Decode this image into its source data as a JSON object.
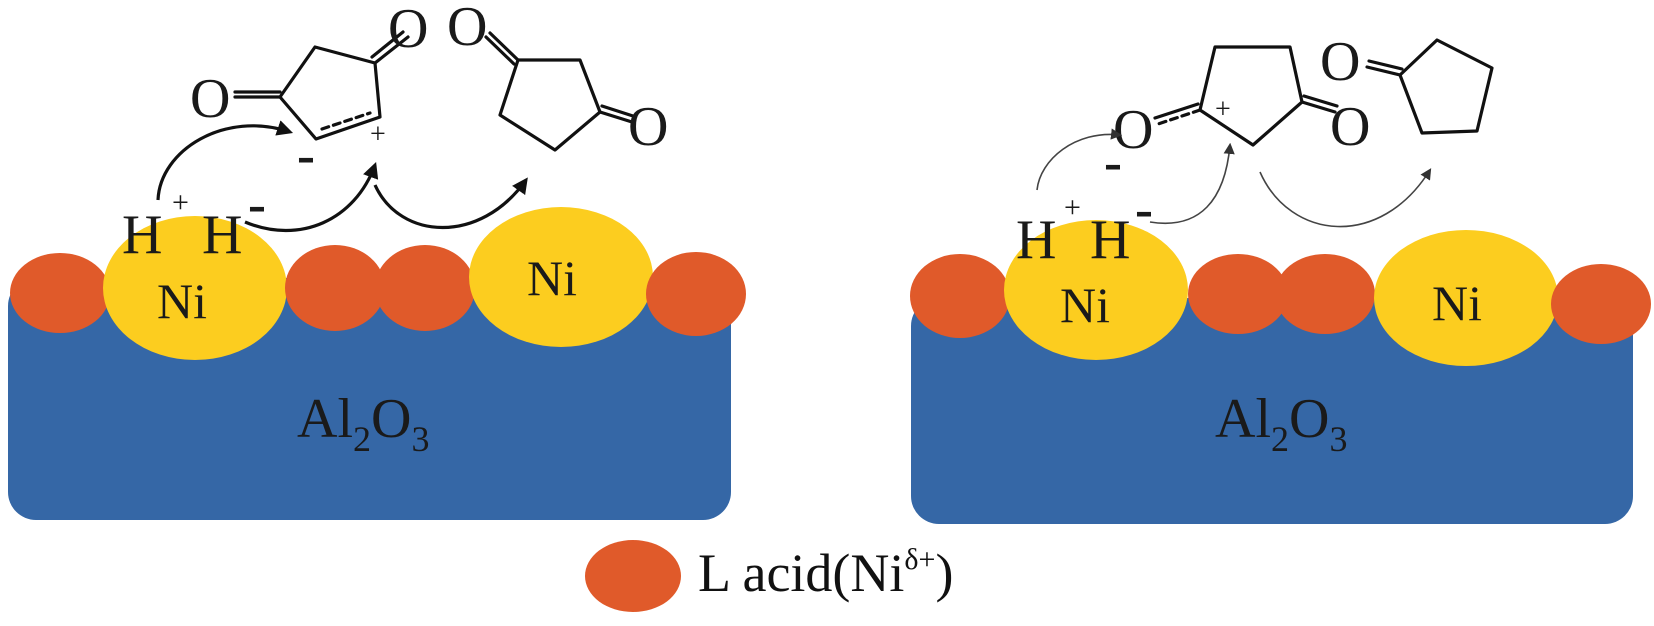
{
  "colors": {
    "support": "#3567a6",
    "ni_particle": "#fccd1f",
    "lewis_acid": "#e05a2a",
    "ink": "#111111"
  },
  "left_panel": {
    "support_label_main": "Al",
    "support_label_sub1": "2",
    "support_label_o": "O",
    "support_label_sub2": "3",
    "ni_label_1": "Ni",
    "ni_label_2": "Ni",
    "h_plus": "H",
    "h_plus_sign": "+",
    "h_minus": "H",
    "h_minus_sign": "-",
    "carbocation_sign": "+",
    "anion_sign": "-",
    "oxygen_1": "O",
    "oxygen_2": "O",
    "oxygen_3": "O",
    "oxygen_4": "O"
  },
  "right_panel": {
    "support_label_main": "Al",
    "support_label_sub1": "2",
    "support_label_o": "O",
    "support_label_sub2": "3",
    "ni_label_1": "Ni",
    "ni_label_2": "Ni",
    "h_plus": "H",
    "h_plus_sign": "+",
    "h_minus": "H",
    "h_minus_sign": "-",
    "carbocation_sign": "+",
    "anion_sign": "-",
    "oxygen_1": "O",
    "oxygen_2": "O",
    "oxygen_3": "O"
  },
  "legend": {
    "text": "L acid(Ni",
    "superscript": "δ+",
    "closing": ")"
  }
}
